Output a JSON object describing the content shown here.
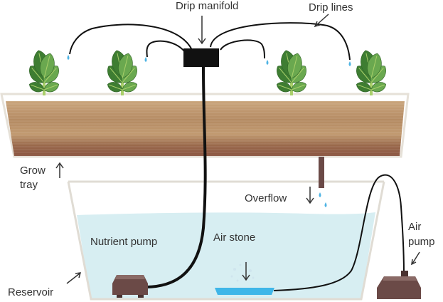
{
  "labels": {
    "drip_manifold": "Drip manifold",
    "drip_lines": "Drip lines",
    "grow_tray_line1": "Grow",
    "grow_tray_line2": "tray",
    "overflow": "Overflow",
    "air_stone": "Air stone",
    "nutrient_pump": "Nutrient pump",
    "air_pump_line1": "Air",
    "air_pump_line2": "pump",
    "reservoir": "Reservoir"
  },
  "colors": {
    "soil_light": "#c8a27a",
    "soil_mid": "#a87a56",
    "soil_dark": "#8a5440",
    "water": "#d7eef2",
    "tubing": "#111111",
    "pump": "#6b4a47",
    "air_stone": "#3fb6e8",
    "leaf_dark": "#3e7d32",
    "leaf_light": "#6aa84f",
    "stem": "#a9cf6a",
    "droplet": "#4fb4e4",
    "overflow_pipe": "#6b4a47",
    "reservoir_outline": "#e0dcd4"
  },
  "plants": [
    {
      "name": "plant-1",
      "icon": "leafy-plant-icon"
    },
    {
      "name": "plant-2",
      "icon": "leafy-plant-icon"
    },
    {
      "name": "plant-3",
      "icon": "leafy-plant-icon"
    },
    {
      "name": "plant-4",
      "icon": "leafy-plant-icon"
    }
  ]
}
